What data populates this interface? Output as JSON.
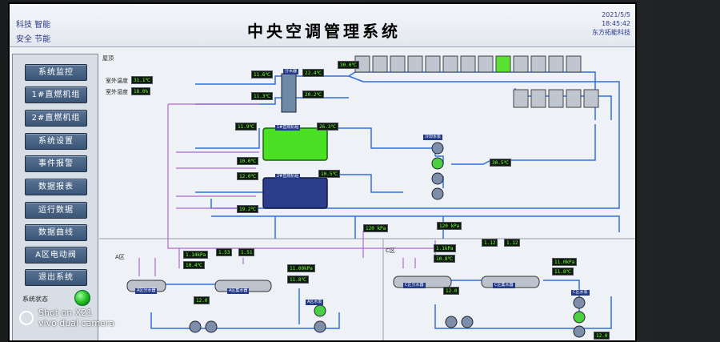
{
  "header": {
    "title": "中央空调管理系统",
    "corner_tl_1": "科技 智能",
    "corner_tl_2": "安全 节能",
    "date": "2021/5/5",
    "time": "18:45:42",
    "company": "东方拓能科技"
  },
  "sidebar": {
    "items": [
      {
        "label": "系统监控"
      },
      {
        "label": "1#直燃机组"
      },
      {
        "label": "2#直燃机组"
      },
      {
        "label": "系统设置"
      },
      {
        "label": "事件报警"
      },
      {
        "label": "数据报表"
      },
      {
        "label": "运行数据"
      },
      {
        "label": "数据曲线"
      },
      {
        "label": "A区电动阀"
      },
      {
        "label": "退出系统"
      }
    ],
    "status_label": "系统状态"
  },
  "diagram": {
    "roof_label": "屋顶",
    "outdoor_temp_label": "室外温度",
    "outdoor_temp": "31.1℃",
    "outdoor_hum_label": "室外湿度",
    "outdoor_hum": "18.0%",
    "zone_a_label": "A区",
    "zone_c_label": "C区",
    "readings": {
      "r1": "11.6℃",
      "r2": "22.4℃",
      "r3": "11.3℃",
      "r4": "20.2℃",
      "r5": "30.0℃",
      "r6": "11.9℃",
      "r7": "26.3℃",
      "r8": "10.0℃",
      "r9": "12.0℃",
      "r10": "10.5℃",
      "r11": "19.2℃",
      "r12": "30.5℃",
      "r13": "120 kPa",
      "r14": "120 kPa",
      "a1": "1.14kPa",
      "a2": "10.4℃",
      "a3": "1.53",
      "a4": "1.51",
      "a5": "11.00kPa",
      "a6": "11.8℃",
      "a7": "12.0",
      "c1": "1.1kPa",
      "c2": "10.8℃",
      "c3": "1.12",
      "c4": "1.12",
      "c5": "12.0",
      "c6": "11.0kPa",
      "c7": "11.8℃",
      "c8": "12.0"
    },
    "chiller1_label": "1#直燃机组",
    "chiller2_label": "2#直燃机组",
    "pump_group_label": "冷却水泵",
    "collector_label": "分水器",
    "a_collector": "A区分水器",
    "a_return": "A区集水器",
    "c_collector": "C区分水器",
    "c_return": "C区集水器",
    "a_pump": "A区水泵",
    "c_pump": "C区水泵"
  },
  "watermark": {
    "line1": "Shot on X21",
    "line2": "vivo dual camera"
  },
  "colors": {
    "pipe_blue": "#2f6fe0",
    "pipe_purple": "#b06ad0",
    "chiller_green": "#4ae024",
    "chiller_blue": "#2a3c8a"
  }
}
